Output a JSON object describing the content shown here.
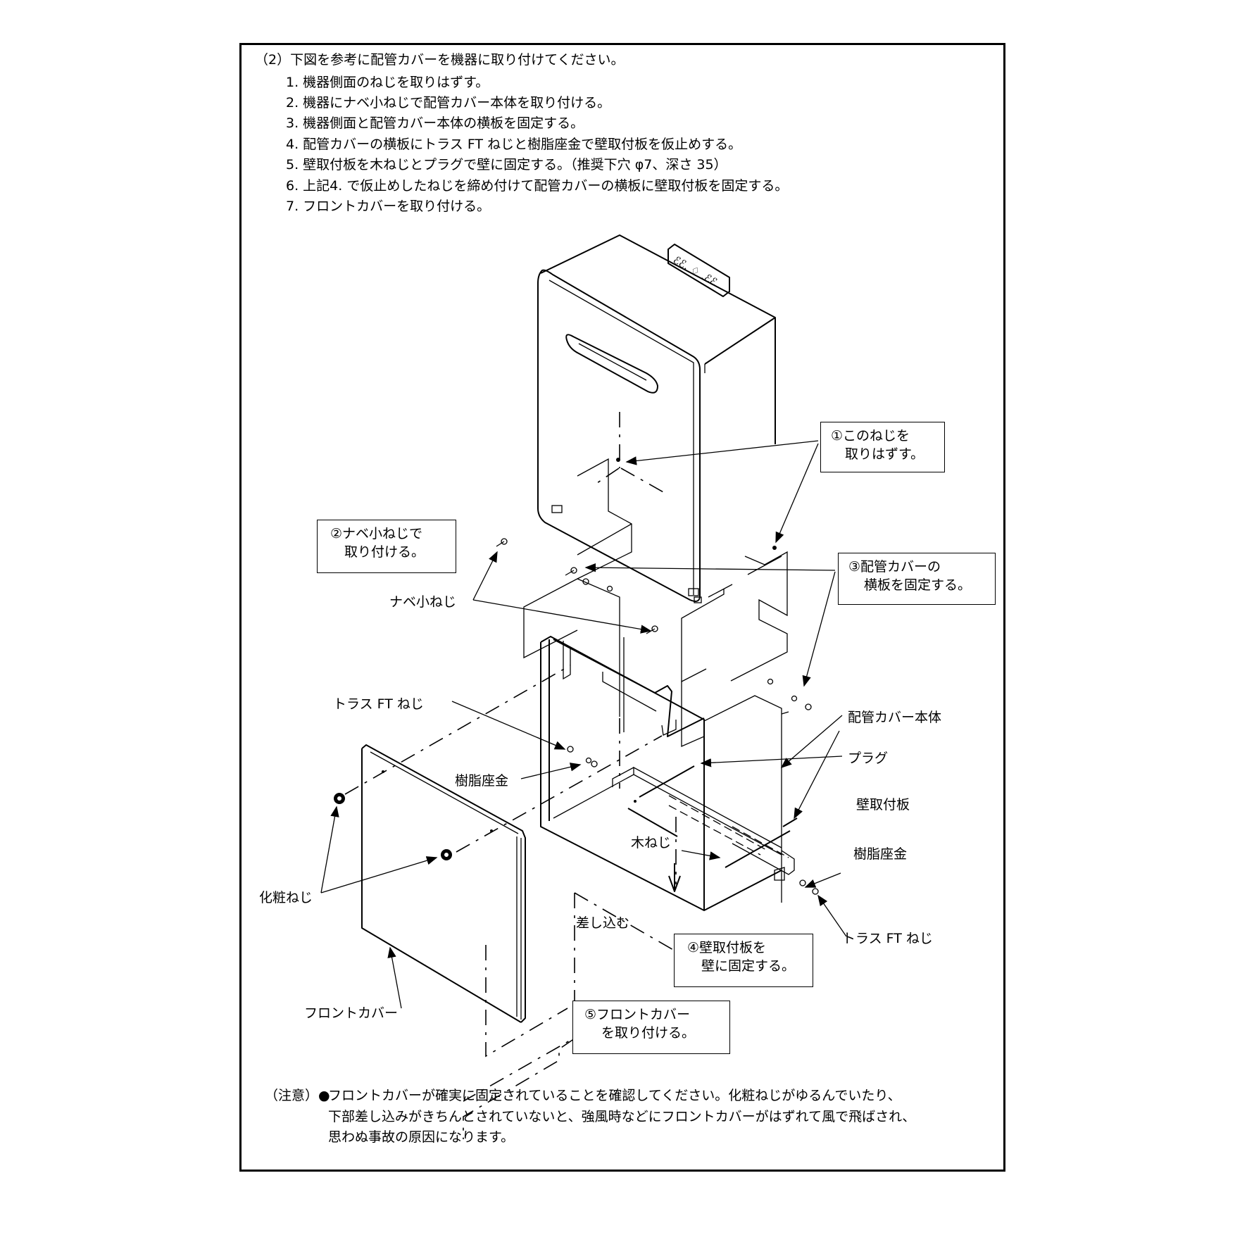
{
  "header": "（2）下図を参考に配管カバーを機器に取り付けてください。",
  "steps": [
    "1. 機器側面のねじを取りはずす。",
    "2. 機器にナベ小ねじで配管カバー本体を取り付ける。",
    "3. 機器側面と配管カバー本体の横板を固定する。",
    "4. 配管カバーの横板にトラス FT ねじと樹脂座金で壁取付板を仮止めする。",
    "5. 壁取付板を木ねじとプラグで壁に固定する。（推奨下穴 φ7、深さ 35）",
    "6. 上記4. で仮止めしたねじを締め付けて配管カバーの横板に壁取付板を固定する。",
    "7. フロントカバーを取り付ける。"
  ],
  "callouts": {
    "c1": [
      "①このねじを",
      "取りはずす。"
    ],
    "c2": [
      "②ナベ小ねじで",
      "取り付ける。"
    ],
    "c3": [
      "③配管カバーの",
      "横板を固定する。"
    ],
    "c4": [
      "④壁取付板を",
      "壁に固定する。"
    ],
    "c5": [
      "⑤フロントカバー",
      "を取り付ける。"
    ]
  },
  "labels": {
    "nabe": "ナベ小ねじ",
    "truss1": "トラス FT ねじ",
    "jushi1": "樹脂座金",
    "body": "配管カバー本体",
    "plug": "プラグ",
    "plate": "壁取付板",
    "jushi2": "樹脂座金",
    "mokuneji": "木ねじ",
    "kesho": "化粧ねじ",
    "sashikomu": "差し込む",
    "truss2": "トラス FT ねじ",
    "front": "フロントカバー"
  },
  "notes": {
    "prefix": "（注意）●",
    "line1": "フロントカバーが確実に固定されていることを確認してください。化粧ねじがゆるんでいたり、",
    "line2": "下部差し込みがきちんとされていないと、強風時などにフロントカバーがはずれて風で飛ばされ、",
    "line3": "思わぬ事故の原因になります。"
  }
}
